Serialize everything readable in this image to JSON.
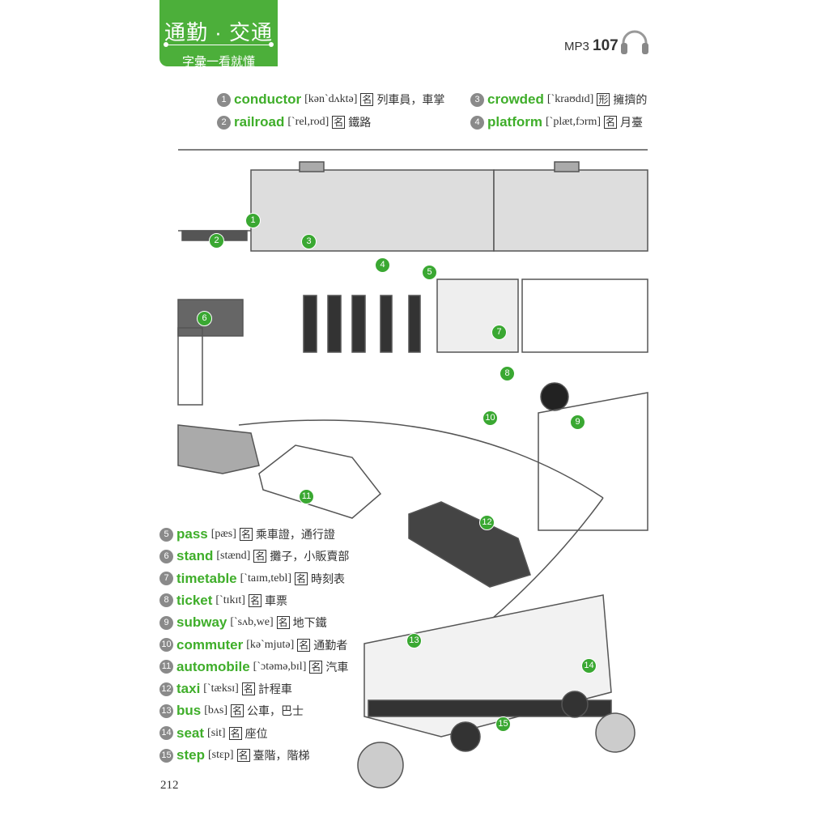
{
  "header": {
    "title": "通勤 · 交通",
    "subtitle": "字彙一看就懂",
    "mp3_label": "MP3",
    "track": "107"
  },
  "vocab": [
    {
      "n": "1",
      "word": "conductor",
      "ipa": "[kən`dʌktə]",
      "pos": "名",
      "meaning": "列車員，車掌"
    },
    {
      "n": "2",
      "word": "railroad",
      "ipa": "[`rel,rod]",
      "pos": "名",
      "meaning": "鐵路"
    },
    {
      "n": "3",
      "word": "crowded",
      "ipa": "[`kraʊdɪd]",
      "pos": "形",
      "meaning": "擁擠的"
    },
    {
      "n": "4",
      "word": "platform",
      "ipa": "[`plæt,fɔrm]",
      "pos": "名",
      "meaning": "月臺"
    },
    {
      "n": "5",
      "word": "pass",
      "ipa": "[pæs]",
      "pos": "名",
      "meaning": "乘車證，通行證"
    },
    {
      "n": "6",
      "word": "stand",
      "ipa": "[stænd]",
      "pos": "名",
      "meaning": "攤子，小販賣部"
    },
    {
      "n": "7",
      "word": "timetable",
      "ipa": "[`taɪm,tebl]",
      "pos": "名",
      "meaning": "時刻表"
    },
    {
      "n": "8",
      "word": "ticket",
      "ipa": "[`tɪkɪt]",
      "pos": "名",
      "meaning": "車票"
    },
    {
      "n": "9",
      "word": "subway",
      "ipa": "[`sʌb,we]",
      "pos": "名",
      "meaning": "地下鐵"
    },
    {
      "n": "10",
      "word": "commuter",
      "ipa": "[kə`mjutə]",
      "pos": "名",
      "meaning": "通勤者"
    },
    {
      "n": "11",
      "word": "automobile",
      "ipa": "[`ɔtəmə,bɪl]",
      "pos": "名",
      "meaning": "汽車"
    },
    {
      "n": "12",
      "word": "taxi",
      "ipa": "[`tæksɪ]",
      "pos": "名",
      "meaning": "計程車"
    },
    {
      "n": "13",
      "word": "bus",
      "ipa": "[bʌs]",
      "pos": "名",
      "meaning": "公車，巴士"
    },
    {
      "n": "14",
      "word": "seat",
      "ipa": "[sit]",
      "pos": "名",
      "meaning": "座位"
    },
    {
      "n": "15",
      "word": "step",
      "ipa": "[stɛp]",
      "pos": "名",
      "meaning": "臺階，階梯"
    }
  ],
  "markers": [
    "1",
    "2",
    "3",
    "4",
    "5",
    "6",
    "7",
    "8",
    "9",
    "10",
    "11",
    "12",
    "13",
    "14",
    "15"
  ],
  "page_number": "212",
  "colors": {
    "accent": "#4caf3a",
    "word": "#3fae2a",
    "marker": "#3aa832"
  }
}
